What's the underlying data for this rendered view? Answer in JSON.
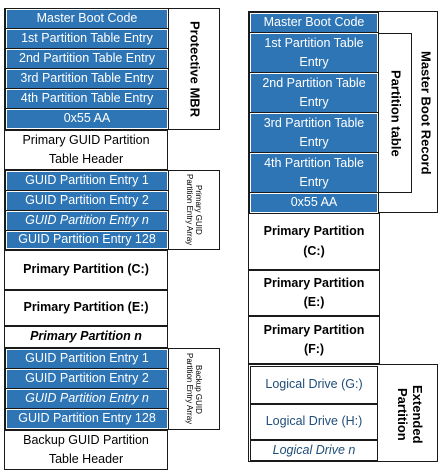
{
  "gpt": {
    "master_boot_code": "Master Boot Code",
    "partition_entries": [
      "1st Partition Table Entry",
      "2nd Partition Table Entry",
      "3rd Partition Table Entry",
      "4th Partition Table Entry"
    ],
    "signature": "0x55 AA",
    "protective_mbr_label": "Protective MBR",
    "primary_header": "Primary GUID Partition Table Header",
    "primary_entries": [
      "GUID Partition Entry 1",
      "GUID Partition Entry 2",
      "GUID Partition Entry n",
      "GUID Partition Entry 128"
    ],
    "primary_array_label": "Primary GUID Partition Entry Array",
    "primary_partition_c": "Primary Partition (C:)",
    "primary_partition_e": "Primary Partition (E:)",
    "primary_partition_n": "Primary Partition n",
    "backup_entries": [
      "GUID Partition Entry 1",
      "GUID Partition Entry 2",
      "GUID Partition Entry n",
      "GUID Partition Entry 128"
    ],
    "backup_array_label": "Backup GUID Partition Entry Array",
    "backup_header": "Backup GUID Partition Table Header"
  },
  "mbr": {
    "master_boot_code": "Master Boot Code",
    "partition_entries": [
      "1st Partition Table Entry",
      "2nd Partition Table Entry",
      "3rd Partition Table Entry",
      "4th Partition Table Entry"
    ],
    "signature": "0x55 AA",
    "record_label": "Master Boot Record",
    "table_label": "Partition table",
    "primary_c": "Primary Partition (C:)",
    "primary_e": "Primary Partition (E:)",
    "primary_f": "Primary Partition (F:)",
    "logical_g": "Logical Drive (G:)",
    "logical_h": "Logical Drive (H:)",
    "logical_n": "Logical Drive n",
    "extended_label": "Extended Partition"
  },
  "colors": {
    "blue_fill": "#2e75b6",
    "logical_text": "#1f4e79"
  }
}
